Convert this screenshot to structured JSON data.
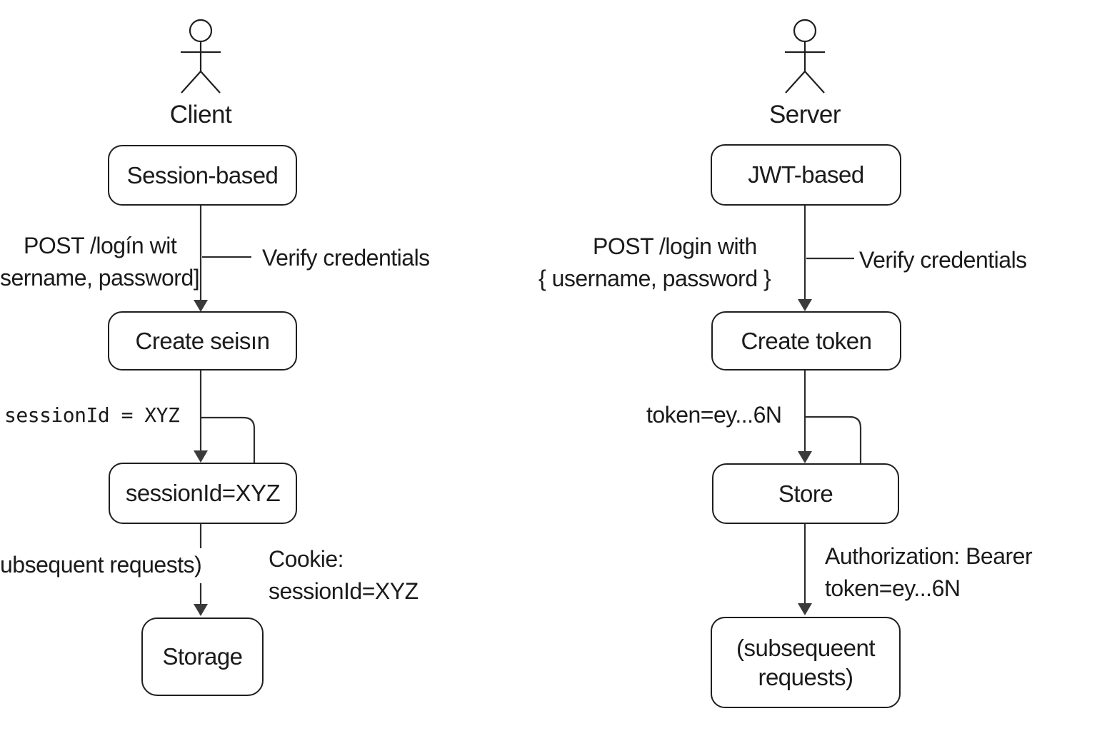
{
  "colors": {
    "background": "#ffffff",
    "ink": "#1b1b1b",
    "line": "#2d2d2d",
    "arrowhead": "#3a3a3a"
  },
  "left_flow": {
    "actor": "Client",
    "nodes": {
      "start": "Session-based",
      "create": "Create seisın",
      "session_id": "sessionId=XYZ",
      "storage": "Storage"
    },
    "labels": {
      "post_line1": "POST /logín wit",
      "post_line2": "sername, password]",
      "verify": "Verify credentials",
      "session_assign": "sessionId = XYZ",
      "subsequent": "ubsequent requests)",
      "cookie_line1": "Cookie:",
      "cookie_line2": "sessionId=XYZ"
    }
  },
  "right_flow": {
    "actor": "Server",
    "nodes": {
      "start": "JWT-based",
      "create": "Create token",
      "store": "Store",
      "subsequent_line1": "(subsequeent",
      "subsequent_line2": "requests)"
    },
    "labels": {
      "post_line1": "POST /login with",
      "post_line2": "{ username, password }",
      "verify": "Verify credentials",
      "token_assign": "token=ey...6N",
      "auth_line1": "Authorization: Bearer",
      "auth_line2": "token=ey...6N"
    }
  }
}
